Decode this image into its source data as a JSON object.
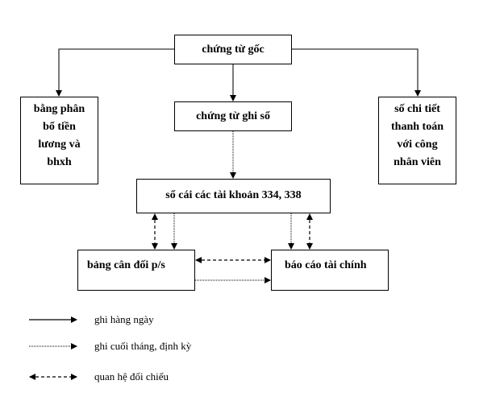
{
  "diagram": {
    "nodes": {
      "chung_tu_goc": "chứng từ gốc",
      "bang_phan_bo": [
        "bằng phân",
        "bổ tiền",
        "lương và",
        "bhxh"
      ],
      "so_chi_tiet": [
        "số chi tiết",
        "thanh toán",
        "với công",
        "nhân viên"
      ],
      "chung_tu_ghi_so": "chứng từ ghi sổ",
      "so_cai": "sổ cái các tài khoản 334, 338",
      "bang_can_doi": "bảng cân đối p/s",
      "bao_cao": "báo cáo tài chính"
    },
    "edges": [
      {
        "from": "chung_tu_goc",
        "to": "bang_phan_bo",
        "style": "solid"
      },
      {
        "from": "chung_tu_goc",
        "to": "chung_tu_ghi_so",
        "style": "solid"
      },
      {
        "from": "chung_tu_goc",
        "to": "so_chi_tiet",
        "style": "solid"
      },
      {
        "from": "chung_tu_ghi_so",
        "to": "so_cai",
        "style": "dotted"
      },
      {
        "from": "so_cai",
        "to": "bang_can_doi",
        "style": "dotted"
      },
      {
        "from": "so_cai",
        "to": "bao_cao",
        "style": "dotted"
      },
      {
        "from": "so_cai",
        "to": "bang_can_doi",
        "style": "dashed-bidirectional"
      },
      {
        "from": "so_cai",
        "to": "bao_cao",
        "style": "dashed-bidirectional"
      },
      {
        "from": "bang_can_doi",
        "to": "bao_cao",
        "style": "dashed-bidirectional"
      },
      {
        "from": "bang_can_doi",
        "to": "bao_cao",
        "style": "dotted"
      }
    ]
  },
  "legend": [
    {
      "style": "solid",
      "label": "ghi hàng ngày"
    },
    {
      "style": "dotted",
      "label": "ghi cuối tháng, định kỳ"
    },
    {
      "style": "dashed-bidirectional",
      "label": "quan hệ đối chiếu"
    }
  ]
}
